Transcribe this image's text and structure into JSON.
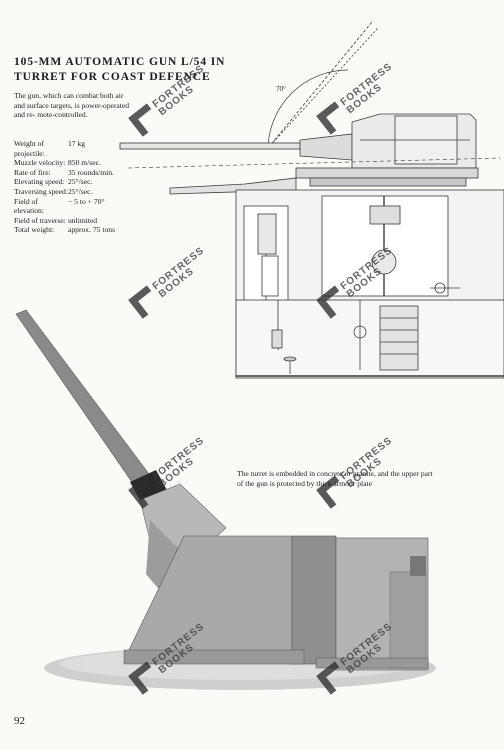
{
  "page": {
    "title": "105-MM AUTOMATIC GUN L/54 IN TURRET FOR COAST DEFENCE",
    "intro": "The gun, which can combat both air and surface targets, is power-operated and re- mote-controlled.",
    "specs": [
      {
        "label": "Weight of projectile:",
        "value": "17 kg"
      },
      {
        "label": "Muzzle velocity:",
        "value": "850 m/sec."
      },
      {
        "label": "Rate of fire:",
        "value": "35 rounds/min."
      },
      {
        "label": "Elevating speed:",
        "value": "25°/sec."
      },
      {
        "label": "Traversing speed:",
        "value": "25°/sec."
      },
      {
        "label": "Field of elevation:",
        "value": "− 5 to + 70°"
      },
      {
        "label": "Field of traverse:",
        "value": "unlimited"
      },
      {
        "label": "Total weight:",
        "value": "approx. 75 tons"
      }
    ],
    "caption": "The turret is embedded in concrete or granite, and the upper part of the gun is protected by thick armour plate",
    "page_number": "92"
  },
  "drawing": {
    "elevation_label": "70°"
  },
  "watermark": {
    "line1": "FORTRESS",
    "line2": "BOOKS"
  }
}
